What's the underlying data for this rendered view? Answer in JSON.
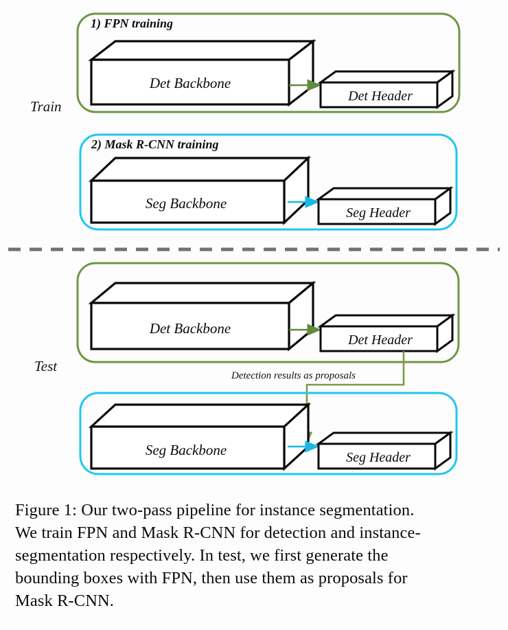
{
  "figure": {
    "caption_lines": [
      "Figure 1: Our two-pass pipeline for instance segmentation.",
      "We train FPN and Mask R-CNN for detection and instance-",
      "segmentation respectively.   In test, we first generate the",
      "bounding boxes with FPN, then use them as proposals for",
      "Mask R-CNN."
    ],
    "caption_full": "Figure 1: Our two-pass pipeline for instance segmentation. We train FPN and Mask R-CNN for detection and instance-segmentation respectively. In test, we first generate the bounding boxes with FPN, then use them as proposals for Mask R-CNN."
  },
  "phases": {
    "train_label": "Train",
    "test_label": "Test"
  },
  "train": {
    "stage1": {
      "title": "1) FPN training",
      "backbone_label": "Det Backbone",
      "header_label": "Det Header",
      "border_color": "#6f9642",
      "arrow_color": "#5f8c3a"
    },
    "stage2": {
      "title": "2) Mask R-CNN training",
      "backbone_label": "Seg Backbone",
      "header_label": "Seg Header",
      "border_color": "#1ec8f0",
      "arrow_color": "#16b9e8"
    }
  },
  "test": {
    "det": {
      "backbone_label": "Det Backbone",
      "header_label": "Det Header",
      "border_color": "#6f9642",
      "arrow_color": "#5f8c3a"
    },
    "seg": {
      "backbone_label": "Seg Backbone",
      "header_label": "Seg Header",
      "border_color": "#1ec8f0",
      "arrow_color": "#16b9e8"
    },
    "flow_label": "Detection results as proposals",
    "flow_color": "#7d9a45"
  },
  "divider": {
    "color": "#6f7276"
  }
}
